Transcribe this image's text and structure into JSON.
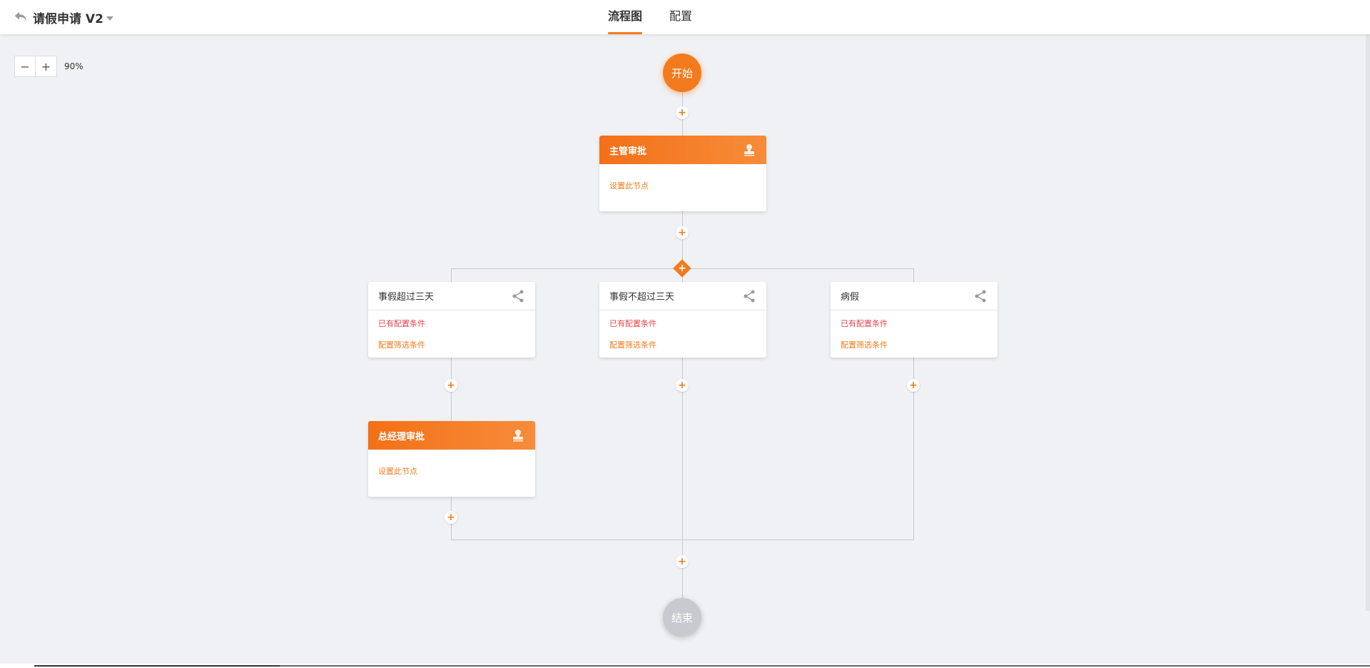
{
  "header": {
    "title": "请假申请 V2",
    "tabs": [
      {
        "label": "流程图",
        "active": true
      },
      {
        "label": "配置",
        "active": false
      }
    ]
  },
  "zoom": {
    "minus": "−",
    "plus": "+",
    "level": "90%"
  },
  "flow": {
    "start_label": "开始",
    "end_label": "结束",
    "add_symbol": "+",
    "manager_approval": {
      "title": "主管审批",
      "hint": "设置此节点"
    },
    "conditions": [
      {
        "title": "事假超过三天",
        "configured": "已有配置条件",
        "config_link": "配置筛选条件"
      },
      {
        "title": "事假不超过三天",
        "configured": "已有配置条件",
        "config_link": "配置筛选条件"
      },
      {
        "title": "病假",
        "configured": "已有配置条件",
        "config_link": "配置筛选条件"
      }
    ],
    "gm_approval": {
      "title": "总经理审批",
      "hint": "设置此节点"
    }
  },
  "colors": {
    "accent": "#f37b1d",
    "danger": "#e8454f",
    "end_node": "#c9cacf",
    "line": "#c8c9cc"
  }
}
